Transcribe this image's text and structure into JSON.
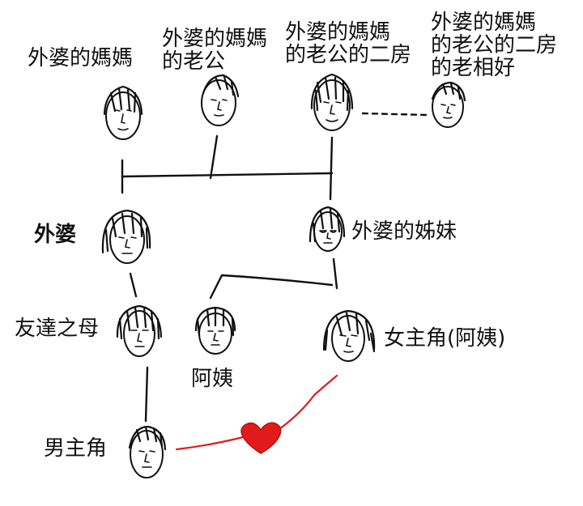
{
  "people": [
    {
      "id": "great-grandmother",
      "label": "外婆的媽媽",
      "bold": false
    },
    {
      "id": "great-grandfather",
      "label": "外婆的媽媽\n的老公",
      "bold": false
    },
    {
      "id": "second-wife",
      "label": "外婆的媽媽\n的老公的二房",
      "bold": false
    },
    {
      "id": "second-wife-lover",
      "label": "外婆的媽媽\n的老公的二房\n的老相好",
      "bold": false
    },
    {
      "id": "grandmother",
      "label": "外婆",
      "bold": true
    },
    {
      "id": "grandmothers-sister",
      "label": "外婆的姊妹",
      "bold": false
    },
    {
      "id": "friends-mother",
      "label": "友達之母",
      "bold": false
    },
    {
      "id": "aunt",
      "label": "阿姨",
      "bold": false
    },
    {
      "id": "heroine",
      "label": "女主角(阿姨)",
      "bold": false
    },
    {
      "id": "hero",
      "label": "男主角",
      "bold": false
    }
  ],
  "colors": {
    "ink": "#111111",
    "love": "#e11b1b",
    "background": "#ffffff"
  }
}
